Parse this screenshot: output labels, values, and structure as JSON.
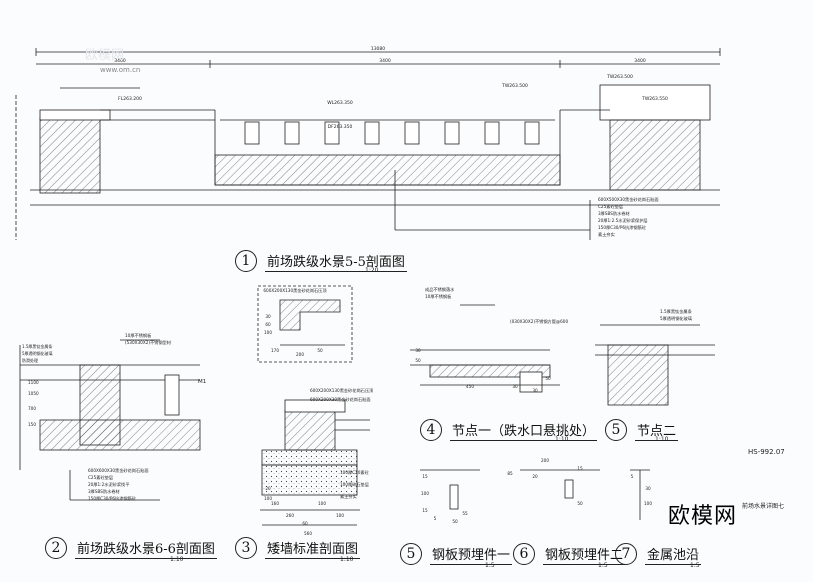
{
  "sheet": {
    "views": [
      {
        "num": "1",
        "title": "前场跌级水景5-5剖面图",
        "scale": "1:20"
      },
      {
        "num": "2",
        "title": "前场跌级水景6-6剖面图",
        "scale": "1:10"
      },
      {
        "num": "3",
        "title": "矮墙标准剖面图",
        "scale": "1:10"
      },
      {
        "num": "4",
        "title": "节点一（跌水口悬挑处）",
        "scale": "1:10"
      },
      {
        "num": "5",
        "title": "节点二",
        "scale": "1:10"
      },
      {
        "num": "5",
        "title": "钢板预埋件一",
        "scale": "1:5"
      },
      {
        "num": "6",
        "title": "钢板预埋件二",
        "scale": "1:5"
      },
      {
        "num": "7",
        "title": "金属池沿",
        "scale": "1:5"
      }
    ],
    "drawing_code": "HS-992.07",
    "side_note": "前场水景详图七",
    "watermark": {
      "brand": "欧模网",
      "ghost": "欧模网",
      "url": "www.om.cn"
    }
  },
  "section1": {
    "dims": [
      "13080",
      "3400",
      "3400",
      "3400",
      "FL263.200",
      "WL263.350",
      "DF263.350",
      "TW263.500",
      "TW263.550",
      "TW263.500"
    ],
    "layers": [
      "600X500X30黑金砂花岗石贴面",
      "C25素砼垫层",
      "3厚SBS防水卷材",
      "20厚1:2.5水泥砂浆保护层",
      "150厚C30/P6抗渗钢筋砼",
      "素土夯实"
    ]
  },
  "section2": {
    "layers": [
      "600X600X30黑金砂花岗石贴面",
      "C25素砼垫层",
      "20厚1:2水泥砂浆找平",
      "3厚SBS防水卷材",
      "150厚C30/P6抗渗钢筋砼"
    ],
    "top": [
      "10厚不锈钢板",
      "(530X30X2)不锈钢型材"
    ],
    "left_notes": [
      "1.5厚黑钛金属条",
      "5厚透明钢化玻璃",
      "防滑处理"
    ],
    "dims": [
      "1100",
      "1050",
      "700",
      "150"
    ],
    "marker": "M1"
  },
  "section3": {
    "top": [
      "600X200X130黑金砂花岗石压顶",
      "600X200X30黑金砂花岗石贴面"
    ],
    "layers": [
      "100厚C20素砼",
      "100厚碎石垫层",
      "素土夯实"
    ],
    "dims": [
      "600X200X130黑金砂花岗石压顶",
      "30",
      "200",
      "60",
      "100",
      "170",
      "50",
      "20",
      "100",
      "260",
      "60",
      "100",
      "160",
      "100",
      "560"
    ]
  },
  "node1": {
    "top": [
      "成品不锈钢落水",
      "10厚不锈钢板"
    ],
    "dims": [
      "30",
      "50",
      "450",
      "30",
      "30",
      "50"
    ],
    "notes": [
      "(030X30X2)不锈钢方管@600"
    ]
  },
  "node2": {
    "notes": [
      "1.5厚黑钛金属条",
      "5厚透明钢化玻璃"
    ]
  },
  "plates": {
    "p1": [
      "15",
      "100",
      "15",
      "5",
      "50",
      "55"
    ],
    "p2": [
      "200",
      "85",
      "20",
      "15",
      "50"
    ],
    "p3": [
      "5",
      "30",
      "100"
    ]
  }
}
